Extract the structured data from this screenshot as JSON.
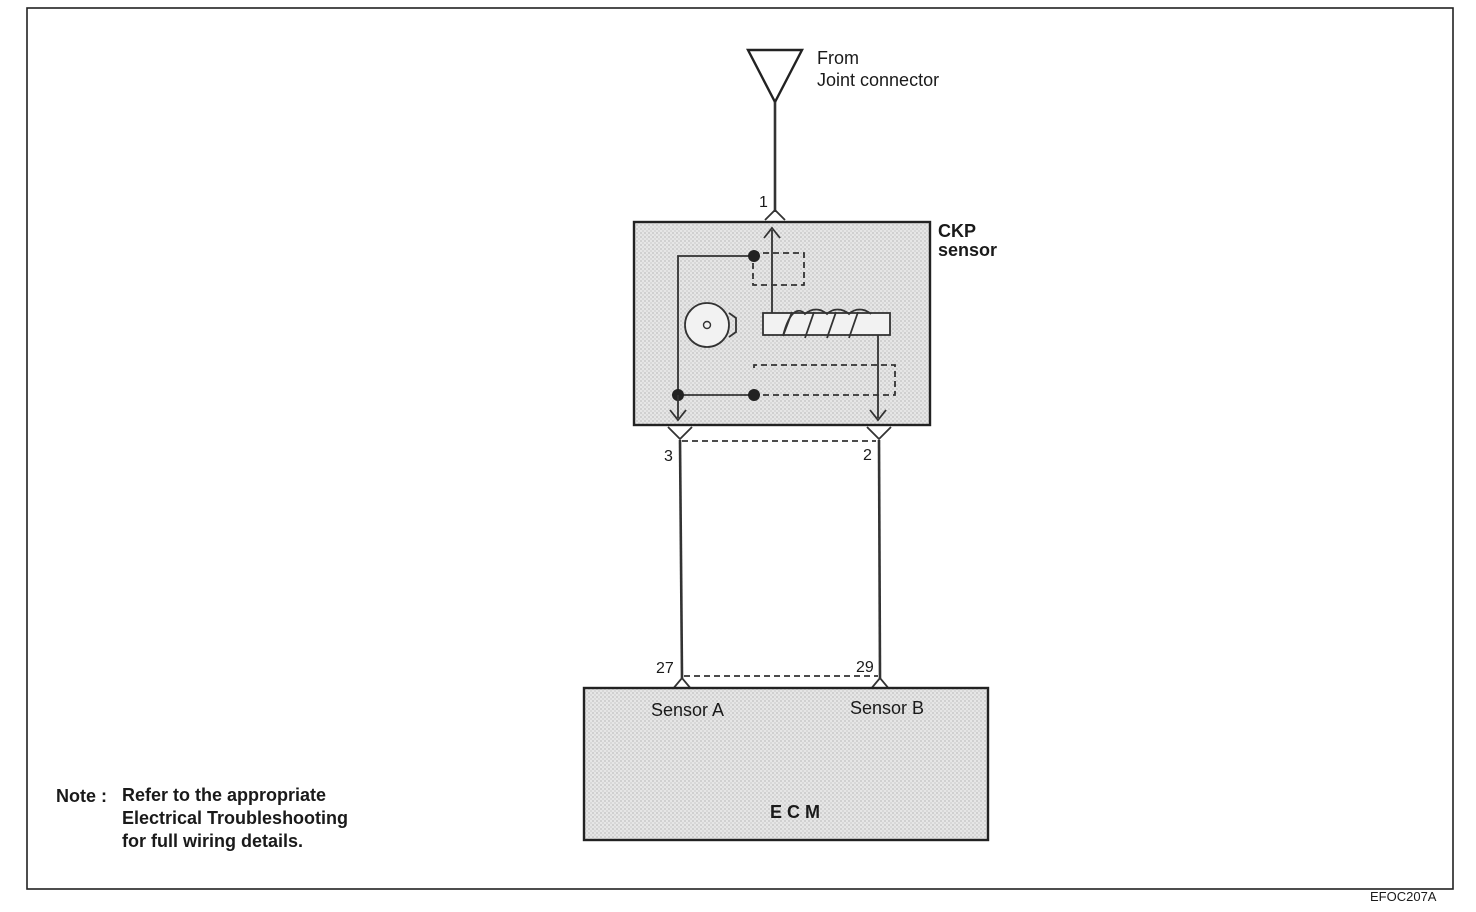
{
  "source": {
    "label_line1": "From",
    "label_line2": "Joint connector",
    "pin": "1"
  },
  "ckp_sensor": {
    "label_line1": "CKP",
    "label_line2": "sensor",
    "pin_left": "3",
    "pin_right": "2"
  },
  "ecm": {
    "label": "E C M",
    "terminal_a_label": "Sensor A",
    "terminal_b_label": "Sensor B",
    "pin_a": "27",
    "pin_b": "29"
  },
  "note": {
    "prefix": "Note :",
    "line1": "Refer to the appropriate",
    "line2": "Electrical Troubleshooting",
    "line3": "for full wiring details."
  },
  "figure_code": "EFOC207A"
}
